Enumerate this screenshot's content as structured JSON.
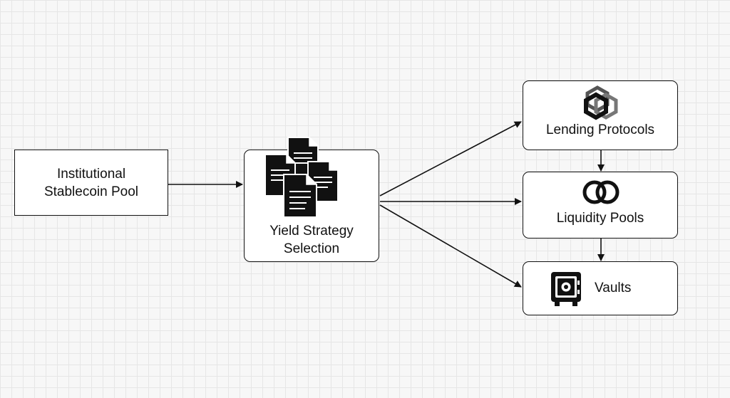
{
  "nodes": {
    "pool": {
      "label": "Institutional\nStablecoin Pool",
      "icon": "none"
    },
    "yield_strategy": {
      "label": "Yield Strategy\nSelection",
      "icon": "documents-icon"
    },
    "lending": {
      "label": "Lending Protocols",
      "icon": "hexagon-chain-icon"
    },
    "liquidity": {
      "label": "Liquidity Pools",
      "icon": "interlocking-rings-icon"
    },
    "vaults": {
      "label": "Vaults",
      "icon": "safe-icon"
    }
  },
  "edges": [
    {
      "from": "pool",
      "to": "yield_strategy"
    },
    {
      "from": "yield_strategy",
      "to": "lending"
    },
    {
      "from": "yield_strategy",
      "to": "liquidity"
    },
    {
      "from": "yield_strategy",
      "to": "vaults"
    },
    {
      "from": "lending",
      "to": "liquidity"
    },
    {
      "from": "liquidity",
      "to": "vaults"
    }
  ],
  "colors": {
    "stroke": "#111111",
    "node_fill": "#ffffff",
    "background": "#f7f7f7",
    "grid": "#e6e6e6",
    "icon_gray": "#555555"
  }
}
